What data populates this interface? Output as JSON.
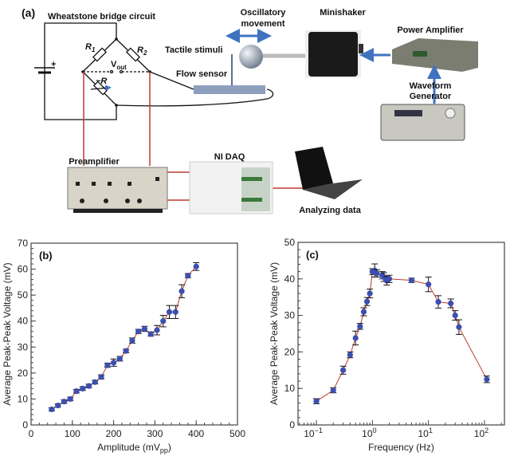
{
  "panel_a": {
    "label": "(a)",
    "circuit_title": "Wheatstone bridge circuit",
    "r1": "R",
    "r1_sub": "1",
    "r2": "R",
    "r2_sub": "2",
    "vout": "V",
    "vout_sub": "out",
    "var_r": "~R",
    "battery_plus": "+",
    "oscillatory_line1": "Oscillatory",
    "oscillatory_line2": "movement",
    "tactile": "Tactile stimuli",
    "flow_sensor": "Flow sensor",
    "minishaker": "Minishaker",
    "power_amp": "Power Amplifier",
    "waveform_line1": "Waveform",
    "waveform_line2": "Generator",
    "preamp": "Preamplifier",
    "daq": "NI DAQ",
    "analyzing": "Analyzing data",
    "colors": {
      "arrow": "#3f73bf",
      "wire_red": "#c0392b",
      "sensor": "#8e9fbd"
    }
  },
  "chart_data": [
    {
      "type": "scatter",
      "panel_label": "(b)",
      "title": "",
      "xlabel": "Amplitude (mV",
      "xlabel_sub": "pp",
      "xlabel_end": ")",
      "ylabel": "Average Peak-Peak Voltage (mV)",
      "xscale": "linear",
      "xlim": [
        0,
        500
      ],
      "ylim": [
        0,
        70
      ],
      "xticks": [
        0,
        100,
        200,
        300,
        400,
        500
      ],
      "xtick_labels": [
        "0",
        "100",
        "200",
        "300",
        "400",
        "500"
      ],
      "yticks": [
        0,
        10,
        20,
        30,
        40,
        50,
        60,
        70
      ],
      "ytick_labels": [
        "0",
        "10",
        "20",
        "30",
        "40",
        "50",
        "60",
        "70"
      ],
      "grid": false,
      "marker_color": "#3b4fb0",
      "line_color": "#c0392b",
      "series": [
        {
          "name": "Peak-Peak Voltage",
          "x": [
            50,
            65,
            80,
            95,
            110,
            125,
            140,
            155,
            170,
            185,
            200,
            215,
            230,
            245,
            260,
            275,
            290,
            305,
            320,
            335,
            350,
            365,
            380,
            400
          ],
          "y": [
            6,
            7.5,
            9,
            10,
            13,
            14,
            15,
            16.5,
            18.5,
            23,
            24,
            25.5,
            28.5,
            32.5,
            36,
            37,
            35,
            36.5,
            40,
            43.5,
            43.5,
            51.5,
            57.5,
            61
          ],
          "err": [
            0.6,
            0.6,
            0.7,
            0.7,
            0.7,
            0.7,
            0.7,
            0.7,
            0.8,
            0.8,
            1.4,
            0.9,
            0.7,
            1,
            0.8,
            1,
            0.8,
            1.8,
            2.2,
            2.5,
            2.5,
            2.5,
            0.8,
            1.5
          ]
        }
      ]
    },
    {
      "type": "scatter",
      "panel_label": "(c)",
      "title": "",
      "xlabel": "Frequency (Hz)",
      "ylabel": "Average Peak-Peak Voltage (mV)",
      "xscale": "log",
      "xlim": [
        0.047,
        227
      ],
      "ylim": [
        0,
        50
      ],
      "xticks": [
        0.1,
        1,
        10,
        100
      ],
      "xtick_labels": [
        "10",
        "10",
        "10",
        "10"
      ],
      "xtick_exponents": [
        "−1",
        "0",
        "1",
        "2"
      ],
      "yticks": [
        0,
        10,
        20,
        30,
        40,
        50
      ],
      "ytick_labels": [
        "0",
        "10",
        "20",
        "30",
        "40",
        "50"
      ],
      "grid": false,
      "marker_color": "#3b4fb0",
      "line_color": "#c0392b",
      "series": [
        {
          "name": "Peak-Peak Voltage",
          "x": [
            0.1,
            0.2,
            0.3,
            0.4,
            0.5,
            0.6,
            0.7,
            0.8,
            0.9,
            1.0,
            1.1,
            1.2,
            1.5,
            1.6,
            1.8,
            2,
            5,
            10,
            15,
            25,
            30,
            35,
            110
          ],
          "y": [
            6.5,
            9.5,
            15,
            19.2,
            23.8,
            27,
            31,
            33.8,
            36,
            42,
            42.3,
            41.5,
            41,
            40.5,
            39.5,
            40,
            39.6,
            38.5,
            33.7,
            33.3,
            30,
            26.8,
            12.5
          ],
          "err": [
            0.7,
            0.7,
            1.1,
            0.8,
            1.9,
            0.8,
            1.1,
            1.1,
            1.2,
            0.8,
            1.8,
            1.0,
            1.0,
            1.2,
            1.2,
            1.0,
            0.6,
            2.0,
            1.7,
            1.2,
            1.3,
            2.0,
            0.9
          ]
        }
      ]
    }
  ]
}
